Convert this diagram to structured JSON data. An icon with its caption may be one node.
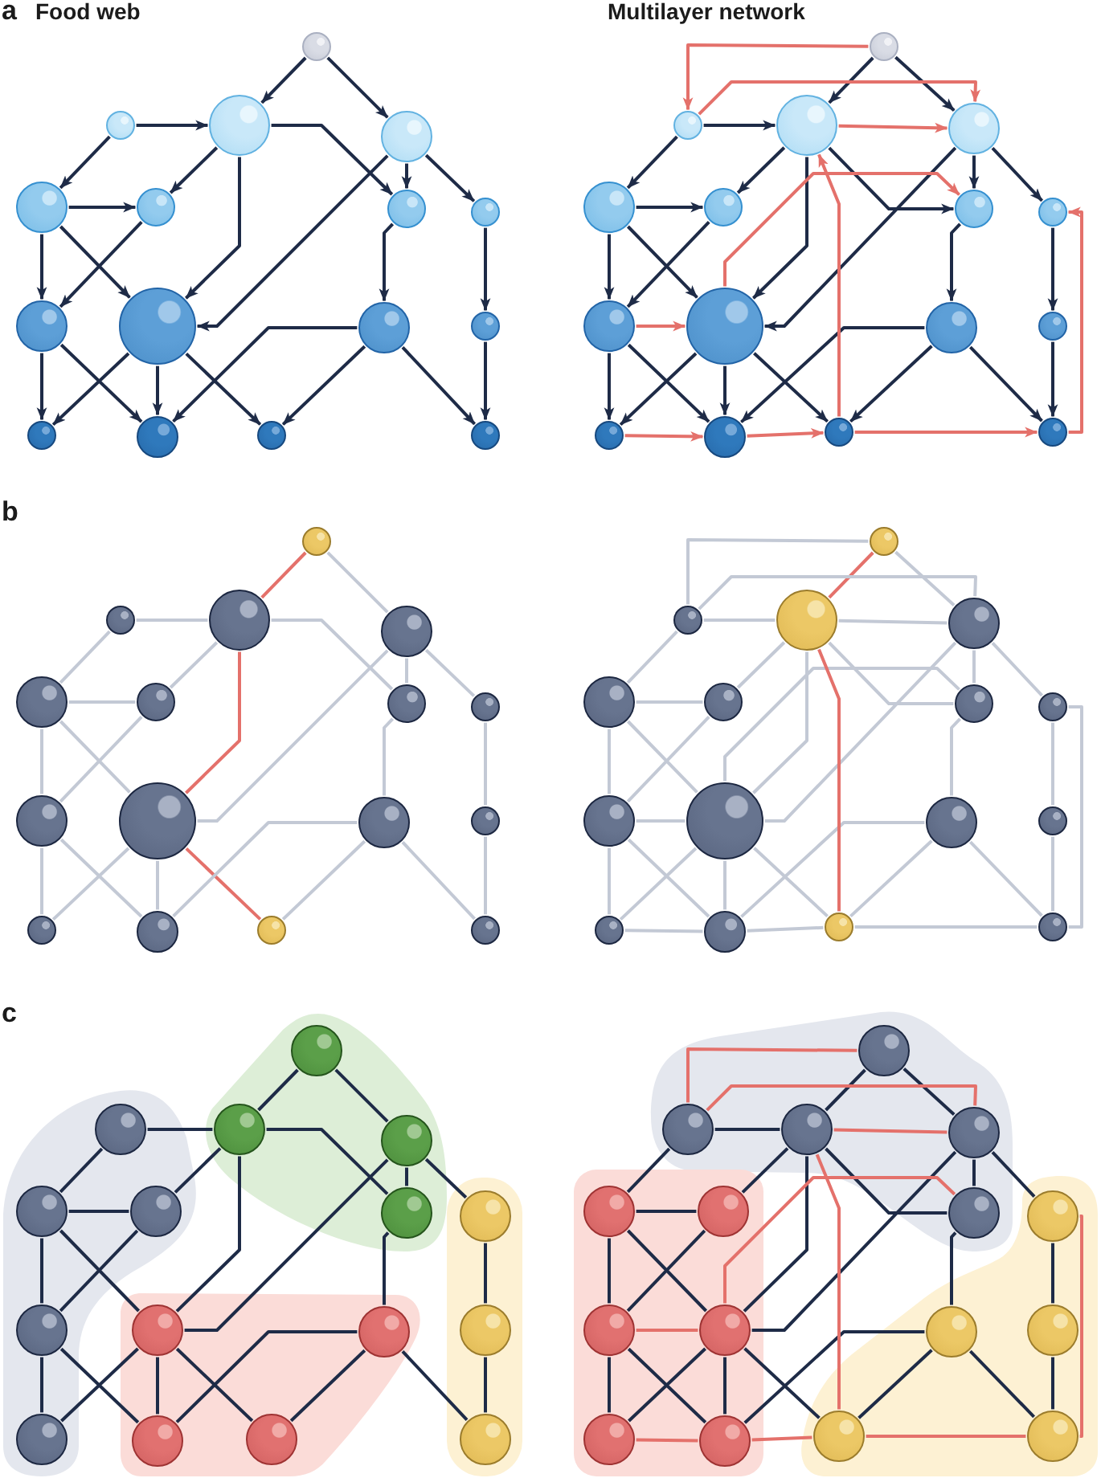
{
  "diagram": {
    "nodes": [
      {
        "text": [],
        "shape": "circle"
      },
      {
        "text": [],
        "shape": "circle"
      },
      {
        "text": [],
        "shape": "circle"
      },
      {
        "text": [],
        "shape": "circle"
      },
      {
        "text": [],
        "shape": "circle"
      },
      {
        "text": [],
        "shape": "circle"
      },
      {
        "text": [],
        "shape": "circle"
      },
      {
        "text": [],
        "shape": "circle"
      },
      {
        "text": [],
        "shape": "circle"
      },
      {
        "text": [],
        "shape": "circle"
      },
      {
        "text": [],
        "shape": "circle"
      },
      {
        "text": [],
        "shape": "circle"
      },
      {
        "text": [],
        "shape": "circle"
      },
      {
        "text": [],
        "shape": "circle"
      },
      {
        "text": [],
        "shape": "circle"
      },
      {
        "text": [],
        "shape": "circle"
      },
      {
        "text": [],
        "shape": "circle"
      },
      {
        "text": [],
        "shape": "circle"
      },
      {
        "text": [],
        "shape": "circle"
      },
      {
        "text": [],
        "shape": "circle"
      },
      {
        "text": [],
        "shape": "circle"
      },
      {
        "text": [],
        "shape": "circle"
      },
      {
        "text": [],
        "shape": "circle"
      },
      {
        "text": [],
        "shape": "circle"
      },
      {
        "text": [],
        "shape": "circle"
      },
      {
        "text": [],
        "shape": "circle"
      },
      {
        "text": [],
        "shape": "circle"
      },
      {
        "text": [],
        "shape": "circle"
      },
      {
        "text": [],
        "shape": "circle"
      },
      {
        "text": [],
        "shape": "circle"
      },
      {
        "text": [],
        "shape": "circle"
      },
      {
        "text": [],
        "shape": "circle"
      },
      {
        "text": [],
        "shape": "circle"
      },
      {
        "text": [],
        "shape": "circle"
      },
      {
        "text": [],
        "shape": "circle"
      },
      {
        "text": [],
        "shape": "circle"
      },
      {
        "text": [],
        "shape": "circle"
      },
      {
        "text": [],
        "shape": "circle"
      },
      {
        "text": [],
        "shape": "circle"
      },
      {
        "text": [],
        "shape": "circle"
      },
      {
        "text": [],
        "shape": "circle"
      },
      {
        "text": [],
        "shape": "circle"
      },
      {
        "text": [],
        "shape": "circle"
      },
      {
        "text": [],
        "shape": "circle"
      },
      {
        "text": [],
        "shape": "circle"
      },
      {
        "text": [],
        "shape": "circle"
      },
      {
        "text": [],
        "shape": "circle"
      },
      {
        "text": [],
        "shape": "circle"
      },
      {
        "text": [],
        "shape": "circle"
      },
      {
        "text": [],
        "shape": "circle"
      },
      {
        "text": [],
        "shape": "circle"
      },
      {
        "text": [],
        "shape": "circle"
      },
      {
        "text": [],
        "shape": "circle"
      },
      {
        "text": [],
        "shape": "circle"
      },
      {
        "text": [],
        "shape": "circle"
      },
      {
        "text": [],
        "shape": "circle"
      },
      {
        "text": [],
        "shape": "circle"
      },
      {
        "text": [],
        "shape": "circle"
      },
      {
        "text": [],
        "shape": "circle"
      },
      {
        "text": [],
        "shape": "circle"
      },
      {
        "text": [],
        "shape": "circle"
      },
      {
        "text": [],
        "shape": "circle"
      },
      {
        "text": [],
        "shape": "circle"
      },
      {
        "text": [],
        "shape": "circle"
      },
      {
        "text": [],
        "shape": "blob"
      },
      {
        "text": [],
        "shape": "blob"
      },
      {
        "text": [],
        "shape": "blob"
      },
      {
        "text": [],
        "shape": "box"
      },
      {
        "text": [],
        "shape": "circle",
        "in": 65
      },
      {
        "text": [],
        "shape": "circle",
        "in": 64
      },
      {
        "text": [],
        "shape": "circle",
        "in": 65
      },
      {
        "text": [],
        "shape": "circle",
        "in": 65
      },
      {
        "text": [],
        "shape": "circle",
        "in": 64
      },
      {
        "text": [],
        "shape": "circle",
        "in": 64
      },
      {
        "text": [],
        "shape": "circle",
        "in": 65
      },
      {
        "text": [],
        "shape": "circle",
        "in": 67
      },
      {
        "text": [],
        "shape": "circle",
        "in": 64
      },
      {
        "text": [],
        "shape": "circle",
        "in": 66
      },
      {
        "text": [],
        "shape": "circle",
        "in": 66
      },
      {
        "text": [],
        "shape": "circle",
        "in": 67
      },
      {
        "text": [],
        "shape": "circle",
        "in": 64
      },
      {
        "text": [],
        "shape": "circle",
        "in": 66
      },
      {
        "text": [],
        "shape": "circle",
        "in": 66
      },
      {
        "text": [],
        "shape": "circle",
        "in": 67
      },
      {
        "text": [],
        "shape": "blob"
      },
      {
        "text": [],
        "shape": "box"
      },
      {
        "text": [],
        "shape": "blob"
      },
      {
        "text": [],
        "shape": "circle",
        "in": 84
      },
      {
        "text": [],
        "shape": "circle",
        "in": 84
      },
      {
        "text": [],
        "shape": "circle",
        "in": 84
      },
      {
        "text": [],
        "shape": "circle",
        "in": 84
      },
      {
        "text": [],
        "shape": "circle",
        "in": 85
      },
      {
        "text": [],
        "shape": "circle",
        "in": 85
      },
      {
        "text": [],
        "shape": "circle",
        "in": 84
      },
      {
        "text": [],
        "shape": "circle",
        "in": 86
      },
      {
        "text": [],
        "shape": "circle",
        "in": 85
      },
      {
        "text": [],
        "shape": "circle",
        "in": 85
      },
      {
        "text": [],
        "shape": "circle",
        "in": 86
      },
      {
        "text": [],
        "shape": "circle",
        "in": 86
      },
      {
        "text": [],
        "shape": "circle",
        "in": 85
      },
      {
        "text": [],
        "shape": "circle",
        "in": 85
      },
      {
        "text": [],
        "shape": "circle",
        "in": 86
      },
      {
        "text": [],
        "shape": "circle",
        "in": 86
      }
    ],
    "edges": [
      {
        "from": 0,
        "to": 2,
        "arrow": "to"
      },
      {
        "from": 0,
        "to": 3,
        "arrow": "to"
      },
      {
        "from": 1,
        "to": 2,
        "arrow": "to"
      },
      {
        "from": 1,
        "to": 4,
        "arrow": "to"
      },
      {
        "from": 2,
        "to": 5,
        "arrow": "to"
      },
      {
        "from": 2,
        "to": 9,
        "arrow": "to"
      },
      {
        "from": 2,
        "to": 6,
        "arrow": "to"
      },
      {
        "from": 3,
        "to": 6,
        "arrow": "to"
      },
      {
        "from": 3,
        "to": 7,
        "arrow": "to"
      },
      {
        "from": 3,
        "to": 9,
        "arrow": "to"
      },
      {
        "from": 4,
        "to": 5,
        "arrow": "to"
      },
      {
        "from": 4,
        "to": 8,
        "arrow": "to"
      },
      {
        "from": 4,
        "to": 9,
        "arrow": "to"
      },
      {
        "from": 5,
        "to": 8,
        "arrow": "to"
      },
      {
        "from": 6,
        "to": 10,
        "arrow": "to"
      },
      {
        "from": 7,
        "to": 11,
        "arrow": "to"
      },
      {
        "from": 8,
        "to": 12,
        "arrow": "to"
      },
      {
        "from": 8,
        "to": 13,
        "arrow": "to"
      },
      {
        "from": 9,
        "to": 12,
        "arrow": "to"
      },
      {
        "from": 9,
        "to": 13,
        "arrow": "to"
      },
      {
        "from": 9,
        "to": 14,
        "arrow": "to"
      },
      {
        "from": 10,
        "to": 13,
        "arrow": "to"
      },
      {
        "from": 10,
        "to": 14,
        "arrow": "to"
      },
      {
        "from": 10,
        "to": 15,
        "arrow": "to"
      },
      {
        "from": 11,
        "to": 15,
        "arrow": "to"
      },
      {
        "from": 16,
        "to": 18,
        "arrow": "to"
      },
      {
        "from": 16,
        "to": 19,
        "arrow": "to"
      },
      {
        "from": 17,
        "to": 18,
        "arrow": "to"
      },
      {
        "from": 17,
        "to": 20,
        "arrow": "to"
      },
      {
        "from": 18,
        "to": 21,
        "arrow": "to"
      },
      {
        "from": 18,
        "to": 25,
        "arrow": "to"
      },
      {
        "from": 18,
        "to": 22,
        "arrow": "to"
      },
      {
        "from": 19,
        "to": 22,
        "arrow": "to"
      },
      {
        "from": 19,
        "to": 23,
        "arrow": "to"
      },
      {
        "from": 19,
        "to": 25,
        "arrow": "to"
      },
      {
        "from": 20,
        "to": 21,
        "arrow": "to"
      },
      {
        "from": 20,
        "to": 24,
        "arrow": "to"
      },
      {
        "from": 20,
        "to": 25,
        "arrow": "to"
      },
      {
        "from": 21,
        "to": 24,
        "arrow": "to"
      },
      {
        "from": 22,
        "to": 26,
        "arrow": "to"
      },
      {
        "from": 23,
        "to": 27,
        "arrow": "to"
      },
      {
        "from": 24,
        "to": 28,
        "arrow": "to"
      },
      {
        "from": 24,
        "to": 29,
        "arrow": "to"
      },
      {
        "from": 25,
        "to": 28,
        "arrow": "to"
      },
      {
        "from": 25,
        "to": 29,
        "arrow": "to"
      },
      {
        "from": 25,
        "to": 30,
        "arrow": "to"
      },
      {
        "from": 26,
        "to": 29,
        "arrow": "to"
      },
      {
        "from": 26,
        "to": 30,
        "arrow": "to"
      },
      {
        "from": 26,
        "to": 31,
        "arrow": "to"
      },
      {
        "from": 27,
        "to": 31,
        "arrow": "to"
      },
      {
        "from": 16,
        "to": 17,
        "arrow": "to",
        "color": "#e4716b"
      },
      {
        "from": 17,
        "to": 19,
        "arrow": "to",
        "color": "#e4716b"
      },
      {
        "from": 18,
        "to": 19,
        "arrow": "to",
        "color": "#e4716b"
      },
      {
        "from": 25,
        "to": 22,
        "arrow": "to",
        "color": "#e4716b"
      },
      {
        "from": 30,
        "to": 18,
        "arrow": "to",
        "color": "#e4716b"
      },
      {
        "from": 24,
        "to": 25,
        "arrow": "to",
        "color": "#e4716b"
      },
      {
        "from": 28,
        "to": 29,
        "arrow": "to",
        "color": "#e4716b"
      },
      {
        "from": 29,
        "to": 30,
        "arrow": "to",
        "color": "#e4716b"
      },
      {
        "from": 30,
        "to": 31,
        "arrow": "to",
        "color": "#e4716b"
      },
      {
        "from": 31,
        "to": 23,
        "arrow": "to",
        "color": "#e4716b"
      },
      {
        "from": 32,
        "to": 34,
        "arrow": "none",
        "color": "#e4716b"
      },
      {
        "from": 32,
        "to": 35,
        "arrow": "none",
        "color": "#c3c9d5"
      },
      {
        "from": 33,
        "to": 34,
        "arrow": "none",
        "color": "#c3c9d5"
      },
      {
        "from": 33,
        "to": 36,
        "arrow": "none",
        "color": "#c3c9d5"
      },
      {
        "from": 34,
        "to": 37,
        "arrow": "none",
        "color": "#c3c9d5"
      },
      {
        "from": 34,
        "to": 41,
        "arrow": "none",
        "color": "#e4716b"
      },
      {
        "from": 34,
        "to": 38,
        "arrow": "none",
        "color": "#c3c9d5"
      },
      {
        "from": 35,
        "to": 38,
        "arrow": "none",
        "color": "#c3c9d5"
      },
      {
        "from": 35,
        "to": 39,
        "arrow": "none",
        "color": "#c3c9d5"
      },
      {
        "from": 35,
        "to": 41,
        "arrow": "none",
        "color": "#c3c9d5"
      },
      {
        "from": 36,
        "to": 37,
        "arrow": "none",
        "color": "#c3c9d5"
      },
      {
        "from": 36,
        "to": 40,
        "arrow": "none",
        "color": "#c3c9d5"
      },
      {
        "from": 36,
        "to": 41,
        "arrow": "none",
        "color": "#c3c9d5"
      },
      {
        "from": 37,
        "to": 40,
        "arrow": "none",
        "color": "#c3c9d5"
      },
      {
        "from": 38,
        "to": 42,
        "arrow": "none",
        "color": "#c3c9d5"
      },
      {
        "from": 39,
        "to": 43,
        "arrow": "none",
        "color": "#c3c9d5"
      },
      {
        "from": 40,
        "to": 44,
        "arrow": "none",
        "color": "#c3c9d5"
      },
      {
        "from": 40,
        "to": 45,
        "arrow": "none",
        "color": "#c3c9d5"
      },
      {
        "from": 41,
        "to": 44,
        "arrow": "none",
        "color": "#c3c9d5"
      },
      {
        "from": 41,
        "to": 45,
        "arrow": "none",
        "color": "#c3c9d5"
      },
      {
        "from": 41,
        "to": 46,
        "arrow": "none",
        "color": "#e4716b"
      },
      {
        "from": 42,
        "to": 45,
        "arrow": "none",
        "color": "#c3c9d5"
      },
      {
        "from": 42,
        "to": 46,
        "arrow": "none",
        "color": "#c3c9d5"
      },
      {
        "from": 42,
        "to": 47,
        "arrow": "none",
        "color": "#c3c9d5"
      },
      {
        "from": 43,
        "to": 47,
        "arrow": "none",
        "color": "#c3c9d5"
      },
      {
        "from": 48,
        "to": 50,
        "arrow": "none",
        "color": "#e4716b"
      },
      {
        "from": 48,
        "to": 51,
        "arrow": "none",
        "color": "#c3c9d5"
      },
      {
        "from": 49,
        "to": 50,
        "arrow": "none",
        "color": "#c3c9d5"
      },
      {
        "from": 49,
        "to": 52,
        "arrow": "none",
        "color": "#c3c9d5"
      },
      {
        "from": 50,
        "to": 53,
        "arrow": "none",
        "color": "#c3c9d5"
      },
      {
        "from": 50,
        "to": 57,
        "arrow": "none",
        "color": "#c3c9d5"
      },
      {
        "from": 50,
        "to": 54,
        "arrow": "none",
        "color": "#c3c9d5"
      },
      {
        "from": 51,
        "to": 54,
        "arrow": "none",
        "color": "#c3c9d5"
      },
      {
        "from": 51,
        "to": 55,
        "arrow": "none",
        "color": "#c3c9d5"
      },
      {
        "from": 51,
        "to": 57,
        "arrow": "none",
        "color": "#c3c9d5"
      },
      {
        "from": 52,
        "to": 53,
        "arrow": "none",
        "color": "#c3c9d5"
      },
      {
        "from": 52,
        "to": 56,
        "arrow": "none",
        "color": "#c3c9d5"
      },
      {
        "from": 52,
        "to": 57,
        "arrow": "none",
        "color": "#c3c9d5"
      },
      {
        "from": 53,
        "to": 56,
        "arrow": "none",
        "color": "#c3c9d5"
      },
      {
        "from": 54,
        "to": 58,
        "arrow": "none",
        "color": "#c3c9d5"
      },
      {
        "from": 55,
        "to": 59,
        "arrow": "none",
        "color": "#c3c9d5"
      },
      {
        "from": 56,
        "to": 60,
        "arrow": "none",
        "color": "#c3c9d5"
      },
      {
        "from": 56,
        "to": 61,
        "arrow": "none",
        "color": "#c3c9d5"
      },
      {
        "from": 57,
        "to": 60,
        "arrow": "none",
        "color": "#c3c9d5"
      },
      {
        "from": 57,
        "to": 61,
        "arrow": "none",
        "color": "#c3c9d5"
      },
      {
        "from": 57,
        "to": 62,
        "arrow": "none",
        "color": "#c3c9d5"
      },
      {
        "from": 58,
        "to": 61,
        "arrow": "none",
        "color": "#c3c9d5"
      },
      {
        "from": 58,
        "to": 62,
        "arrow": "none",
        "color": "#c3c9d5"
      },
      {
        "from": 58,
        "to": 63,
        "arrow": "none",
        "color": "#c3c9d5"
      },
      {
        "from": 59,
        "to": 63,
        "arrow": "none",
        "color": "#c3c9d5"
      },
      {
        "from": 48,
        "to": 49,
        "arrow": "none",
        "color": "#c3c9d5"
      },
      {
        "from": 49,
        "to": 51,
        "arrow": "none",
        "color": "#c3c9d5"
      },
      {
        "from": 50,
        "to": 51,
        "arrow": "none",
        "color": "#c3c9d5"
      },
      {
        "from": 57,
        "to": 54,
        "arrow": "none",
        "color": "#c3c9d5"
      },
      {
        "from": 62,
        "to": 50,
        "arrow": "none",
        "color": "#e4716b"
      },
      {
        "from": 56,
        "to": 57,
        "arrow": "none",
        "color": "#c3c9d5"
      },
      {
        "from": 60,
        "to": 61,
        "arrow": "none",
        "color": "#c3c9d5"
      },
      {
        "from": 61,
        "to": 62,
        "arrow": "none",
        "color": "#c3c9d5"
      },
      {
        "from": 62,
        "to": 63,
        "arrow": "none",
        "color": "#c3c9d5"
      },
      {
        "from": 63,
        "to": 55,
        "arrow": "none",
        "color": "#c3c9d5"
      },
      {
        "from": 68,
        "to": 70,
        "arrow": "none"
      },
      {
        "from": 68,
        "to": 71,
        "arrow": "none"
      },
      {
        "from": 69,
        "to": 70,
        "arrow": "none"
      },
      {
        "from": 69,
        "to": 72,
        "arrow": "none"
      },
      {
        "from": 70,
        "to": 73,
        "arrow": "none"
      },
      {
        "from": 70,
        "to": 77,
        "arrow": "none"
      },
      {
        "from": 70,
        "to": 74,
        "arrow": "none"
      },
      {
        "from": 71,
        "to": 74,
        "arrow": "none"
      },
      {
        "from": 71,
        "to": 75,
        "arrow": "none"
      },
      {
        "from": 71,
        "to": 77,
        "arrow": "none"
      },
      {
        "from": 72,
        "to": 73,
        "arrow": "none"
      },
      {
        "from": 72,
        "to": 76,
        "arrow": "none"
      },
      {
        "from": 72,
        "to": 77,
        "arrow": "none"
      },
      {
        "from": 73,
        "to": 76,
        "arrow": "none"
      },
      {
        "from": 74,
        "to": 78,
        "arrow": "none"
      },
      {
        "from": 75,
        "to": 79,
        "arrow": "none"
      },
      {
        "from": 76,
        "to": 80,
        "arrow": "none"
      },
      {
        "from": 76,
        "to": 81,
        "arrow": "none"
      },
      {
        "from": 77,
        "to": 80,
        "arrow": "none"
      },
      {
        "from": 77,
        "to": 81,
        "arrow": "none"
      },
      {
        "from": 77,
        "to": 82,
        "arrow": "none"
      },
      {
        "from": 78,
        "to": 81,
        "arrow": "none"
      },
      {
        "from": 78,
        "to": 82,
        "arrow": "none"
      },
      {
        "from": 78,
        "to": 83,
        "arrow": "none"
      },
      {
        "from": 79,
        "to": 83,
        "arrow": "none"
      },
      {
        "from": 87,
        "to": 89,
        "arrow": "none"
      },
      {
        "from": 87,
        "to": 90,
        "arrow": "none"
      },
      {
        "from": 88,
        "to": 89,
        "arrow": "none"
      },
      {
        "from": 88,
        "to": 91,
        "arrow": "none"
      },
      {
        "from": 89,
        "to": 92,
        "arrow": "none"
      },
      {
        "from": 89,
        "to": 96,
        "arrow": "none"
      },
      {
        "from": 89,
        "to": 93,
        "arrow": "none"
      },
      {
        "from": 90,
        "to": 93,
        "arrow": "none"
      },
      {
        "from": 90,
        "to": 94,
        "arrow": "none"
      },
      {
        "from": 90,
        "to": 96,
        "arrow": "none"
      },
      {
        "from": 91,
        "to": 92,
        "arrow": "none"
      },
      {
        "from": 91,
        "to": 95,
        "arrow": "none"
      },
      {
        "from": 91,
        "to": 96,
        "arrow": "none"
      },
      {
        "from": 92,
        "to": 95,
        "arrow": "none"
      },
      {
        "from": 93,
        "to": 97,
        "arrow": "none"
      },
      {
        "from": 94,
        "to": 98,
        "arrow": "none"
      },
      {
        "from": 95,
        "to": 99,
        "arrow": "none"
      },
      {
        "from": 95,
        "to": 100,
        "arrow": "none"
      },
      {
        "from": 96,
        "to": 99,
        "arrow": "none"
      },
      {
        "from": 96,
        "to": 100,
        "arrow": "none"
      },
      {
        "from": 96,
        "to": 101,
        "arrow": "none"
      },
      {
        "from": 97,
        "to": 100,
        "arrow": "none"
      },
      {
        "from": 97,
        "to": 101,
        "arrow": "none"
      },
      {
        "from": 97,
        "to": 102,
        "arrow": "none"
      },
      {
        "from": 98,
        "to": 102,
        "arrow": "none"
      },
      {
        "from": 87,
        "to": 88,
        "arrow": "none",
        "color": "#e4716b"
      },
      {
        "from": 88,
        "to": 90,
        "arrow": "none",
        "color": "#e4716b"
      },
      {
        "from": 89,
        "to": 90,
        "arrow": "none",
        "color": "#e4716b"
      },
      {
        "from": 96,
        "to": 93,
        "arrow": "none",
        "color": "#e4716b"
      },
      {
        "from": 101,
        "to": 89,
        "arrow": "none",
        "color": "#e4716b"
      },
      {
        "from": 95,
        "to": 96,
        "arrow": "none",
        "color": "#e4716b"
      },
      {
        "from": 99,
        "to": 100,
        "arrow": "none",
        "color": "#e4716b"
      },
      {
        "from": 100,
        "to": 101,
        "arrow": "none",
        "color": "#e4716b"
      },
      {
        "from": 101,
        "to": 102,
        "arrow": "none",
        "color": "#e4716b"
      },
      {
        "from": 102,
        "to": 94,
        "arrow": "none",
        "color": "#e4716b"
      }
    ],
    "labels": [
      "a",
      "Food web",
      "Multilayer network",
      "b",
      "c"
    ]
  }
}
